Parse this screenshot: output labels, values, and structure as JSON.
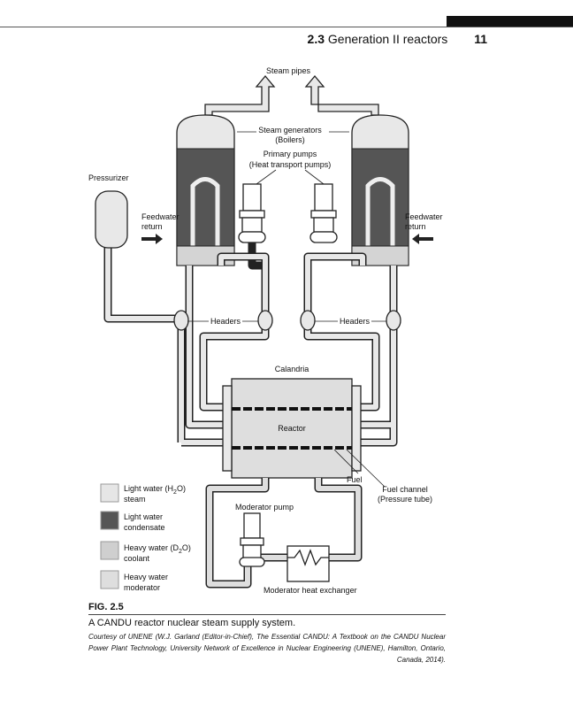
{
  "header": {
    "section_number": "2.3",
    "section_title": "Generation II reactors",
    "page_number": "11"
  },
  "figure": {
    "labels": {
      "steam_pipes": "Steam pipes",
      "steam_generators": "Steam generators",
      "boilers": "(Boilers)",
      "primary_pumps": "Primary pumps",
      "heat_transport_pumps": "(Heat transport pumps)",
      "pressurizer": "Pressurizer",
      "feedwater_left_1": "Feedwater",
      "feedwater_left_2": "return",
      "feedwater_right_1": "Feedwater",
      "feedwater_right_2": "return",
      "headers_left": "Headers",
      "headers_right": "Headers",
      "calandria": "Calandria",
      "reactor": "Reactor",
      "fuel": "Fuel",
      "fuel_channel": "Fuel channel",
      "pressure_tube": "(Pressure tube)",
      "moderator_pump": "Moderator pump",
      "moderator_hx": "Moderator heat exchanger"
    },
    "legend": [
      {
        "line1": "Light water (H",
        "sub": "2",
        "line1_end": "O)",
        "line2": "steam",
        "color": "#e6e6e6"
      },
      {
        "line1": "Light water",
        "line2": "condensate",
        "color": "#555555"
      },
      {
        "line1": "Heavy water (D",
        "sub": "2",
        "line1_end": "O)",
        "line2": "coolant",
        "color": "#cfcfcf"
      },
      {
        "line1": "Heavy water",
        "line2": "moderator",
        "color": "#dedede"
      }
    ],
    "fig_label": "FIG. 2.5",
    "caption": "A CANDU reactor nuclear steam supply system.",
    "credit": "Courtesy of UNENE (W.J. Garland (Editor-in-Chief), The Essential CANDU: A Textbook on the CANDU Nuclear Power Plant Technology, University Network of Excellence in Nuclear Engineering (UNENE), Hamilton, Ontario, Canada, 2014)."
  }
}
